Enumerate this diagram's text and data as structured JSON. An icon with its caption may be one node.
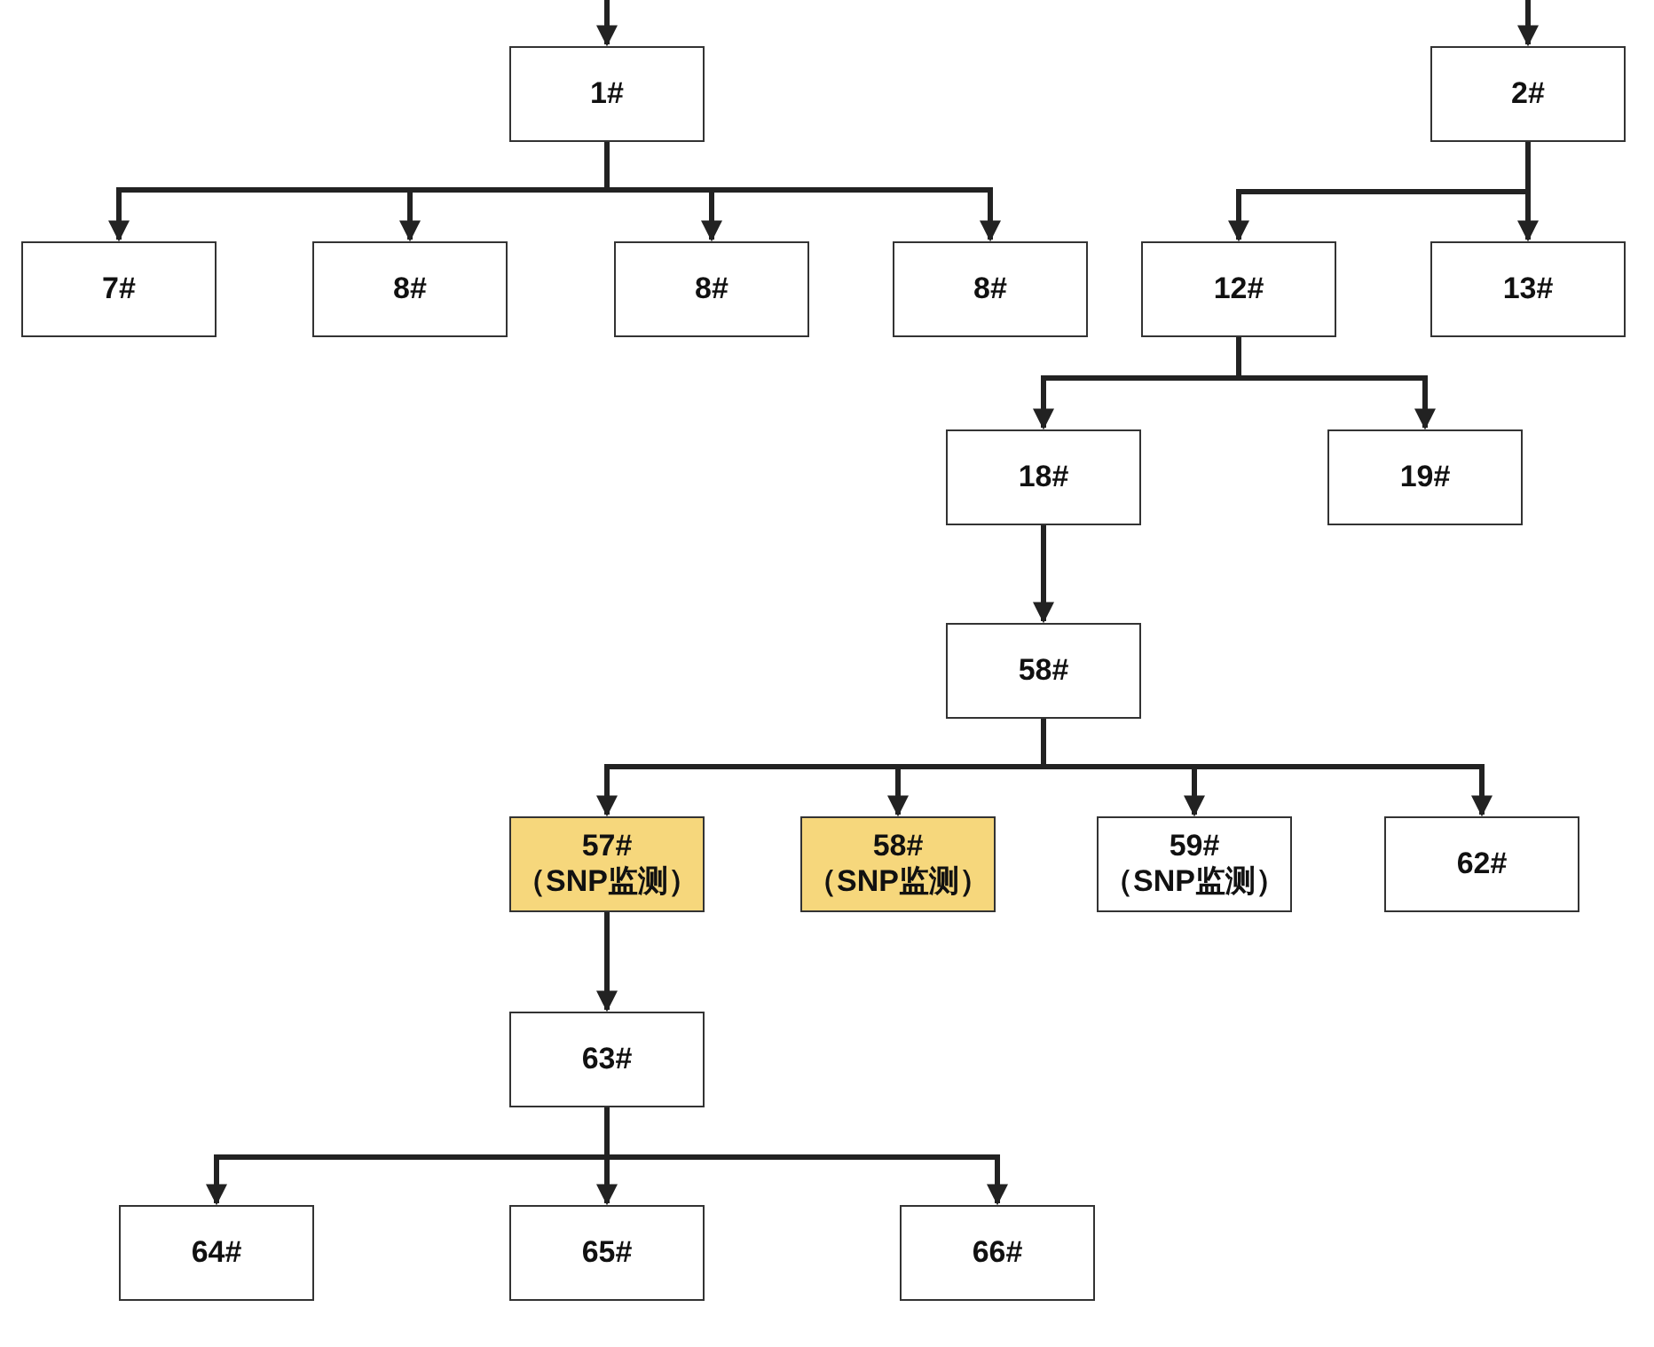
{
  "diagram": {
    "nodes": [
      {
        "text": [
          "1#"
        ]
      },
      {
        "text": [
          "2#"
        ]
      },
      {
        "text": [
          "7#"
        ]
      },
      {
        "text": [
          "8#"
        ]
      },
      {
        "text": [
          "8#"
        ]
      },
      {
        "text": [
          "8#"
        ]
      },
      {
        "text": [
          "12#"
        ]
      },
      {
        "text": [
          "13#"
        ]
      },
      {
        "text": [
          "18#"
        ]
      },
      {
        "text": [
          "19#"
        ]
      },
      {
        "text": [
          "58#"
        ]
      },
      {
        "text": [
          "57#",
          "（SNP监测）"
        ]
      },
      {
        "text": [
          "58#",
          "（SNP监测）"
        ]
      },
      {
        "text": [
          "59#",
          "（SNP监测）"
        ]
      },
      {
        "text": [
          "62#"
        ]
      },
      {
        "text": [
          "63#"
        ]
      },
      {
        "text": [
          "64#"
        ]
      },
      {
        "text": [
          "65#"
        ]
      },
      {
        "text": [
          "66#"
        ]
      }
    ],
    "edges": [
      {
        "from": null,
        "to": 0,
        "arrow": "to"
      },
      {
        "from": null,
        "to": 1,
        "arrow": "to"
      },
      {
        "from": 0,
        "to": 2,
        "arrow": "to"
      },
      {
        "from": 0,
        "to": 3,
        "arrow": "to"
      },
      {
        "from": 0,
        "to": 4,
        "arrow": "to"
      },
      {
        "from": 0,
        "to": 5,
        "arrow": "to"
      },
      {
        "from": 1,
        "to": 6,
        "arrow": "to"
      },
      {
        "from": 1,
        "to": 7,
        "arrow": "to"
      },
      {
        "from": 6,
        "to": 8,
        "arrow": "to"
      },
      {
        "from": 6,
        "to": 9,
        "arrow": "to"
      },
      {
        "from": 8,
        "to": 10,
        "arrow": "to"
      },
      {
        "from": 10,
        "to": 11,
        "arrow": "to"
      },
      {
        "from": 10,
        "to": 12,
        "arrow": "to"
      },
      {
        "from": 10,
        "to": 13,
        "arrow": "to"
      },
      {
        "from": 10,
        "to": 14,
        "arrow": "to"
      },
      {
        "from": 11,
        "to": 15,
        "arrow": "to"
      },
      {
        "from": 15,
        "to": 16,
        "arrow": "to"
      },
      {
        "from": 15,
        "to": 17,
        "arrow": "to"
      },
      {
        "from": 15,
        "to": 18,
        "arrow": "to"
      }
    ]
  }
}
